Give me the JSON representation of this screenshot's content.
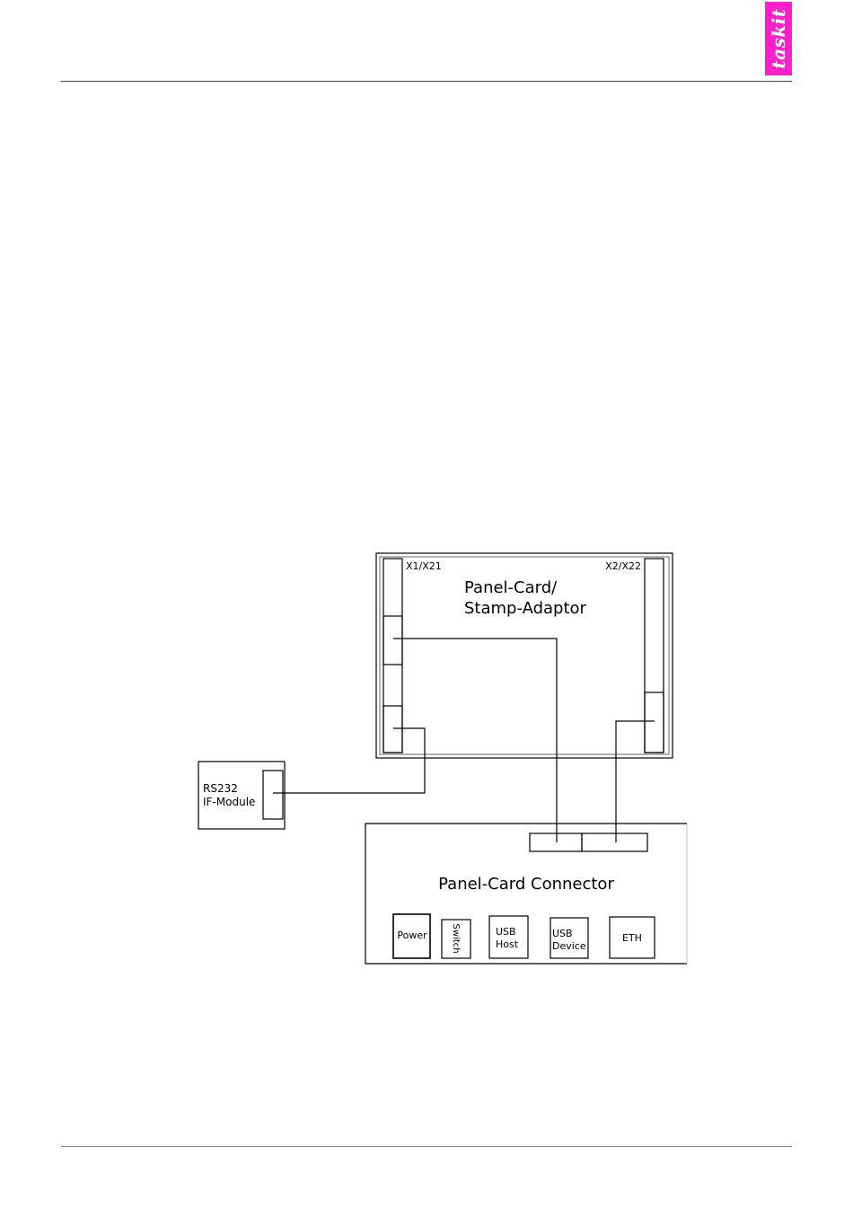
{
  "brand": {
    "logo_text": "taskit",
    "logo_color": "#ff1fc8"
  },
  "diagram": {
    "panel_card": {
      "title_line1": "Panel-Card/",
      "title_line2": "Stamp-Adaptor",
      "connector_left_label": "X1/X21",
      "connector_right_label": "X2/X22"
    },
    "rs232_module": {
      "label_line1": "RS232",
      "label_line2": "IF-Module"
    },
    "connector_board": {
      "title": "Panel-Card Connector",
      "power_label": "Power",
      "switch_label": "Switch",
      "usb_host_line1": "USB",
      "usb_host_line2": "Host",
      "usb_device_line1": "USB",
      "usb_device_line2": "Device",
      "eth_label": "ETH"
    }
  }
}
